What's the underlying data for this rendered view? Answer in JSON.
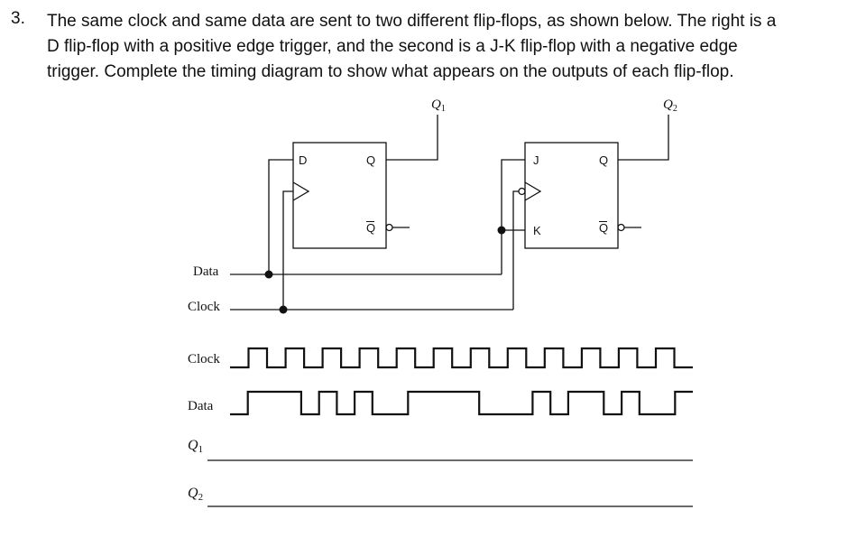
{
  "question": {
    "number": "3.",
    "lines": [
      "The same clock and same data are sent to two different flip-flops, as shown below. The right is a",
      "D flip-flop with a positive edge trigger, and the second is a J-K flip-flop with a negative edge",
      "trigger. Complete the timing diagram to show what appears on the outputs of each flip-flop."
    ]
  },
  "circuit": {
    "outputs": {
      "q1_letter": "Q",
      "q1_sub": "1",
      "q2_letter": "Q",
      "q2_sub": "2"
    },
    "d_flipflop": {
      "d_pin": "D",
      "q_pin": "Q",
      "qbar_pin": "Q"
    },
    "jk_flipflop": {
      "j_pin": "J",
      "k_pin": "K",
      "q_pin": "Q",
      "qbar_pin": "Q"
    },
    "inputs": {
      "data_label": "Data",
      "clock_label": "Clock"
    }
  },
  "timing": {
    "clock_label": "Clock",
    "data_label": "Data",
    "q1_letter": "Q",
    "q1_sub": "1",
    "q2_letter": "Q",
    "q2_sub": "2",
    "clock_levels": [
      0,
      1,
      0,
      1,
      0,
      1,
      0,
      1,
      0,
      1,
      0,
      1,
      0,
      1,
      0,
      1,
      0,
      1,
      0,
      1,
      0,
      1,
      0,
      1,
      0
    ],
    "data_levels": [
      0,
      1,
      1,
      1,
      0,
      1,
      0,
      1,
      0,
      0,
      1,
      1,
      1,
      1,
      0,
      0,
      0,
      1,
      0,
      1,
      1,
      0,
      1,
      0,
      0,
      1
    ]
  }
}
